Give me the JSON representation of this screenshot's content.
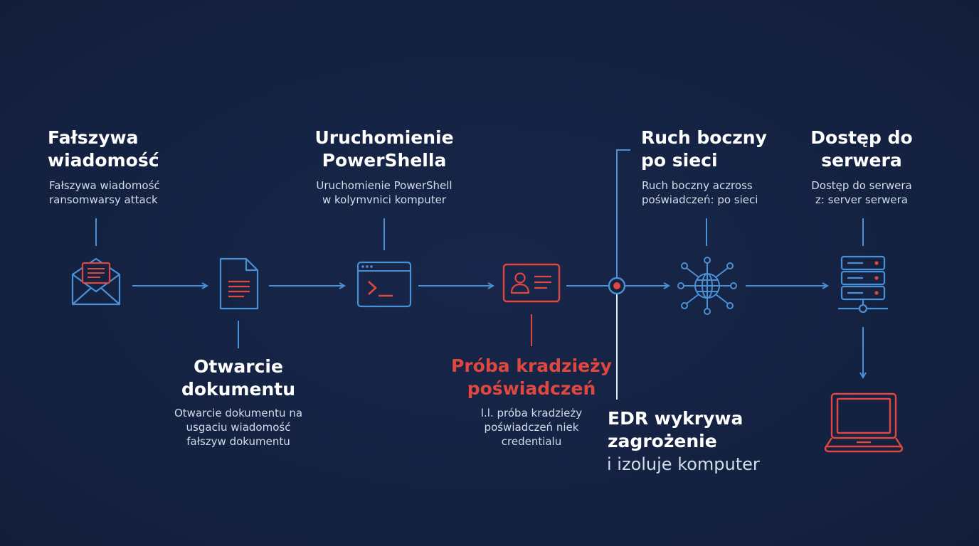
{
  "colors": {
    "background": "#15223f",
    "accent_blue": "#4a90d4",
    "accent_red": "#e0473e",
    "text_white": "#ffffff",
    "text_light": "#d3dcea",
    "edr_line": "#e8edf5"
  },
  "steps": [
    {
      "id": "phishing",
      "title_lines": [
        "Fałszywa",
        "wiadomość"
      ],
      "desc_lines": [
        "Fałszywa wiadomość",
        "ransomwarsy attack"
      ],
      "icon": "envelope-icon"
    },
    {
      "id": "document",
      "title_lines": [
        "Otwarcie",
        "dokumentu"
      ],
      "desc_lines": [
        "Otwarcie dokumentu na",
        "usgaciu wiadomość",
        "fałszyw dokumentu"
      ],
      "icon": "document-icon"
    },
    {
      "id": "powershell",
      "title_lines": [
        "Uruchomienie",
        "PowerShella"
      ],
      "desc_lines": [
        "Uruchomienie PowerShell",
        "w kolymvnici komputer"
      ],
      "icon": "terminal-icon"
    },
    {
      "id": "credentials",
      "title_lines": [
        "Próba kradzieży",
        "poświadczeń"
      ],
      "desc_lines": [
        "l.l. próba kradzieży",
        "poświadczeń niek",
        "credentialu"
      ],
      "icon": "id-card-icon"
    },
    {
      "id": "lateral",
      "title_lines": [
        "Ruch boczny",
        "po sieci"
      ],
      "desc_lines": [
        "Ruch boczny aczross",
        "poświadczeń: po sieci"
      ],
      "icon": "network-globe-icon"
    },
    {
      "id": "server",
      "title_lines": [
        "Dostęp do",
        "serwera"
      ],
      "desc_lines": [
        "Dostęp do serwera",
        "z: server serwera"
      ],
      "icon": "server-icon"
    }
  ],
  "edr": {
    "title_lines": [
      "EDR wykrywa",
      "zagrożenie"
    ],
    "subtitle": "i izoluje komputer",
    "icon": "detection-node-icon"
  },
  "isolated_device": {
    "icon": "laptop-icon"
  }
}
